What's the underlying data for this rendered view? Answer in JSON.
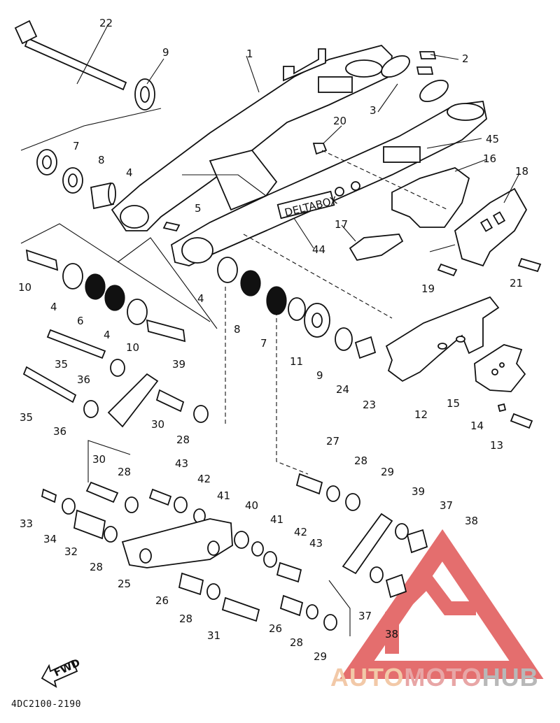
{
  "diagram": {
    "drawing_code": "4DC2100-2190",
    "decal_text": "DELTABOX",
    "fwd_label": "FWD",
    "watermark": {
      "part1": "AUTO",
      "part2": "MOTO",
      "part3": "HUB"
    },
    "colors": {
      "line": "#111111",
      "watermark_red": "#e05555",
      "watermark_grey": "#b8b8b8"
    }
  },
  "labels": {
    "p1": "1",
    "p2": "2",
    "p3": "3",
    "p4a": "4",
    "p4b": "4",
    "p4c": "4",
    "p4d": "4",
    "p5": "5",
    "p6": "6",
    "p7a": "7",
    "p7b": "7",
    "p8a": "8",
    "p8b": "8",
    "p9a": "9",
    "p9b": "9",
    "p10a": "10",
    "p10b": "10",
    "p11": "11",
    "p12": "12",
    "p13": "13",
    "p14": "14",
    "p15": "15",
    "p16": "16",
    "p17": "17",
    "p18": "18",
    "p19": "19",
    "p20": "20",
    "p21": "21",
    "p22": "22",
    "p23": "23",
    "p24": "24",
    "p25": "25",
    "p26a": "26",
    "p26b": "26",
    "p27": "27",
    "p28a": "28",
    "p28b": "28",
    "p28c": "28",
    "p28d": "28",
    "p28e": "28",
    "p28f": "28",
    "p29a": "29",
    "p29b": "29",
    "p30a": "30",
    "p30b": "30",
    "p31": "31",
    "p32": "32",
    "p33": "33",
    "p34": "34",
    "p35a": "35",
    "p35b": "35",
    "p36a": "36",
    "p36b": "36",
    "p37a": "37",
    "p37b": "37",
    "p38a": "38",
    "p38b": "38",
    "p39a": "39",
    "p39b": "39",
    "p40": "40",
    "p41a": "41",
    "p41b": "41",
    "p42a": "42",
    "p42b": "42",
    "p43a": "43",
    "p43b": "43",
    "p44": "44",
    "p45": "45"
  }
}
